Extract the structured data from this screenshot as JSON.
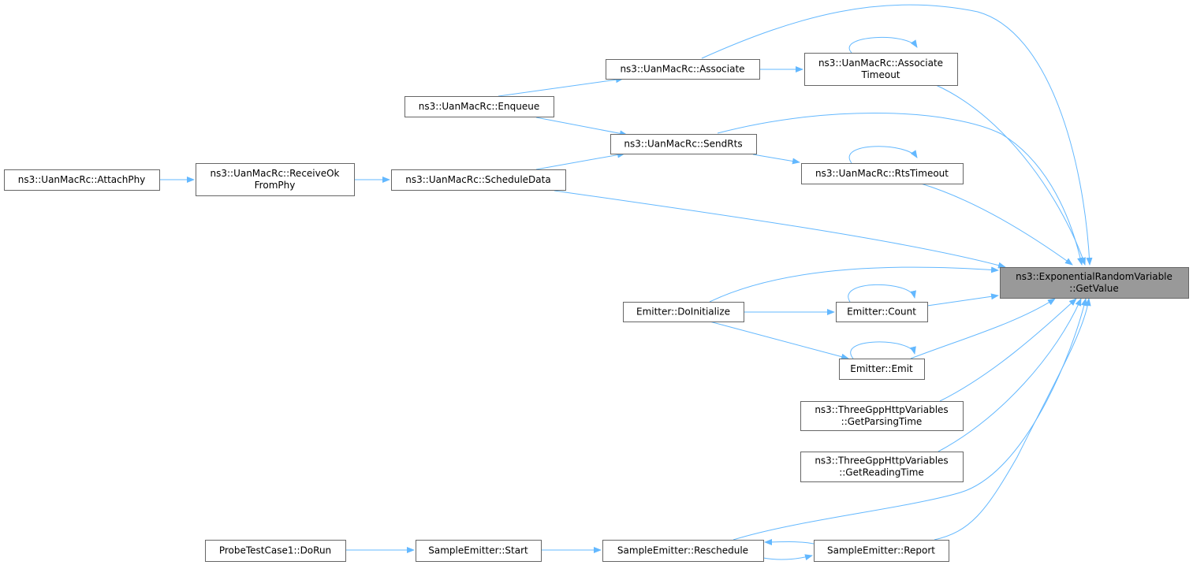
{
  "graph": {
    "edge_color": "#63b8ff",
    "node_border": "#666666",
    "focus_fill": "#999999",
    "nodes": [
      {
        "id": "getvalue",
        "lines": [
          "ns3::ExponentialRandomVariable",
          "::GetValue"
        ],
        "focus": true
      },
      {
        "id": "associate",
        "lines": [
          "ns3::UanMacRc::Associate"
        ]
      },
      {
        "id": "assoc_timeout",
        "lines": [
          "ns3::UanMacRc::Associate",
          "Timeout"
        ]
      },
      {
        "id": "enqueue",
        "lines": [
          "ns3::UanMacRc::Enqueue"
        ]
      },
      {
        "id": "sendrts",
        "lines": [
          "ns3::UanMacRc::SendRts"
        ]
      },
      {
        "id": "rtstimeout",
        "lines": [
          "ns3::UanMacRc::RtsTimeout"
        ]
      },
      {
        "id": "attachphy",
        "lines": [
          "ns3::UanMacRc::AttachPhy"
        ]
      },
      {
        "id": "receiveok",
        "lines": [
          "ns3::UanMacRc::ReceiveOk",
          "FromPhy"
        ]
      },
      {
        "id": "scheduledata",
        "lines": [
          "ns3::UanMacRc::ScheduleData"
        ]
      },
      {
        "id": "doinitialize",
        "lines": [
          "Emitter::DoInitialize"
        ]
      },
      {
        "id": "count",
        "lines": [
          "Emitter::Count"
        ]
      },
      {
        "id": "emit",
        "lines": [
          "Emitter::Emit"
        ]
      },
      {
        "id": "parsing",
        "lines": [
          "ns3::ThreeGppHttpVariables",
          "::GetParsingTime"
        ]
      },
      {
        "id": "reading",
        "lines": [
          "ns3::ThreeGppHttpVariables",
          "::GetReadingTime"
        ]
      },
      {
        "id": "dorun",
        "lines": [
          "ProbeTestCase1::DoRun"
        ]
      },
      {
        "id": "start",
        "lines": [
          "SampleEmitter::Start"
        ]
      },
      {
        "id": "reschedule",
        "lines": [
          "SampleEmitter::Reschedule"
        ]
      },
      {
        "id": "report",
        "lines": [
          "SampleEmitter::Report"
        ]
      }
    ],
    "edges": [
      {
        "from": "associate",
        "to": "getvalue"
      },
      {
        "from": "associate",
        "to": "assoc_timeout"
      },
      {
        "from": "assoc_timeout",
        "to": "assoc_timeout"
      },
      {
        "from": "assoc_timeout",
        "to": "getvalue"
      },
      {
        "from": "enqueue",
        "to": "associate"
      },
      {
        "from": "enqueue",
        "to": "sendrts"
      },
      {
        "from": "sendrts",
        "to": "getvalue"
      },
      {
        "from": "sendrts",
        "to": "rtstimeout"
      },
      {
        "from": "rtstimeout",
        "to": "rtstimeout"
      },
      {
        "from": "rtstimeout",
        "to": "getvalue"
      },
      {
        "from": "attachphy",
        "to": "receiveok"
      },
      {
        "from": "receiveok",
        "to": "scheduledata"
      },
      {
        "from": "scheduledata",
        "to": "sendrts"
      },
      {
        "from": "scheduledata",
        "to": "getvalue"
      },
      {
        "from": "doinitialize",
        "to": "getvalue"
      },
      {
        "from": "doinitialize",
        "to": "count"
      },
      {
        "from": "doinitialize",
        "to": "emit"
      },
      {
        "from": "count",
        "to": "count"
      },
      {
        "from": "count",
        "to": "getvalue"
      },
      {
        "from": "emit",
        "to": "emit"
      },
      {
        "from": "emit",
        "to": "getvalue"
      },
      {
        "from": "parsing",
        "to": "getvalue"
      },
      {
        "from": "reading",
        "to": "getvalue"
      },
      {
        "from": "dorun",
        "to": "start"
      },
      {
        "from": "start",
        "to": "reschedule"
      },
      {
        "from": "reschedule",
        "to": "getvalue"
      },
      {
        "from": "reschedule",
        "to": "report"
      },
      {
        "from": "report",
        "to": "reschedule"
      },
      {
        "from": "report",
        "to": "getvalue"
      }
    ]
  }
}
